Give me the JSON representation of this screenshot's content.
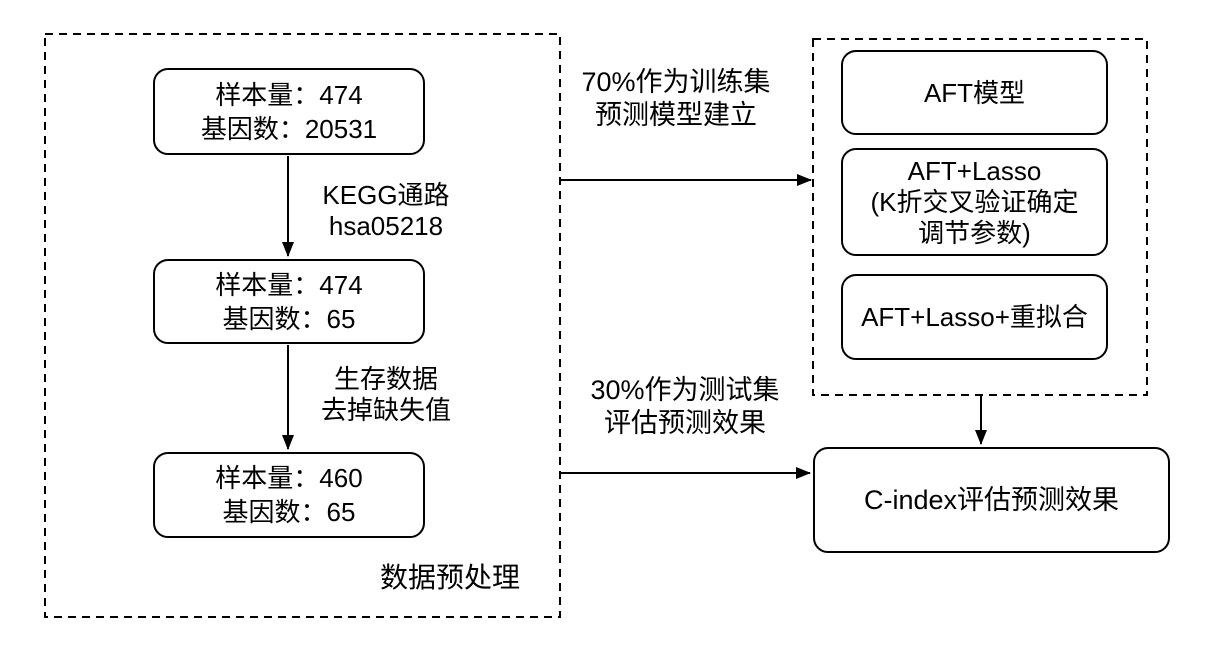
{
  "diagram": {
    "left_panel": {
      "group_label": "数据预处理",
      "boxes": [
        {
          "lines": [
            "样本量：474",
            "基因数：20531"
          ]
        },
        {
          "lines": [
            "样本量：474",
            "基因数：65"
          ]
        },
        {
          "lines": [
            "样本量：460",
            "基因数：65"
          ]
        }
      ],
      "step_labels": [
        {
          "lines": [
            "KEGG通路",
            "hsa05218"
          ]
        },
        {
          "lines": [
            "生存数据",
            "去掉缺失值"
          ]
        }
      ]
    },
    "right_panel": {
      "boxes": [
        {
          "lines": [
            "AFT模型"
          ]
        },
        {
          "lines": [
            "AFT+Lasso",
            "(K折交叉验证确定",
            "调节参数)"
          ]
        },
        {
          "lines": [
            "AFT+Lasso+重拟合"
          ]
        }
      ]
    },
    "split_labels": {
      "train": {
        "lines": [
          "70%作为训练集",
          "预测模型建立"
        ]
      },
      "test": {
        "lines": [
          "30%作为测试集",
          "评估预测效果"
        ]
      }
    },
    "result_box": {
      "label": "C-index评估预测效果"
    },
    "colors": {
      "stroke": "#000000",
      "background": "#ffffff"
    }
  }
}
